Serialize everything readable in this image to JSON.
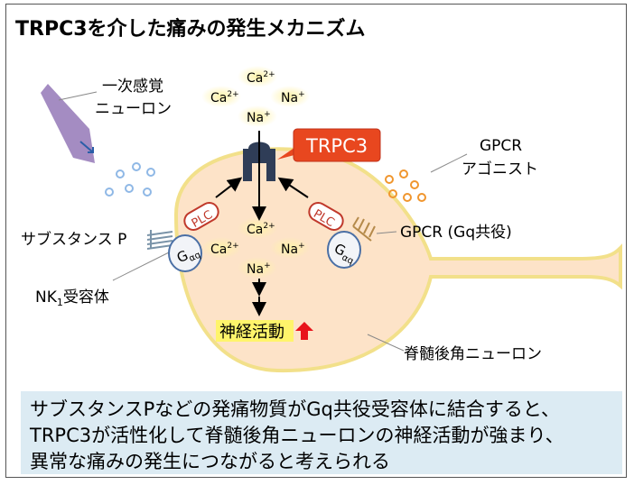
{
  "title": "TRPC3を介した痛みの発生メカニズム",
  "labels": {
    "primary_neuron": [
      "一次感覚",
      "ニューロン"
    ],
    "substance_p": "サブスタンス P",
    "nk1_receptor": {
      "main": "NK",
      "sub": "1",
      "rest": "受容体"
    },
    "gpcr_agonist": [
      "GPCR",
      "アゴニスト"
    ],
    "gpcr_gq": "GPCR (Gq共役)",
    "trpc3": "TRPC3",
    "plc": "PLC",
    "g_alpha_q": {
      "main": "G",
      "sub": "αq"
    },
    "ions_outside": {
      "ca_top": "Ca",
      "ca_left": "Ca",
      "na_right": "Na",
      "na_bottom": "Na"
    },
    "ions_inside": {
      "ca_top": "Ca",
      "ca_left": "Ca",
      "na_right": "Na",
      "na_bottom": "Na"
    },
    "ca_charge": "2+",
    "na_charge": "+",
    "neural_activity": "神経活動",
    "spinal_neuron": "脊髄後角ニューロン"
  },
  "caption": [
    "サブスタンスPなどの発痛物質がGq共役受容体に結合すると、",
    "TRPC3が活性化して脊髄後角ニューロンの神経活動が強まり、",
    "異常な痛みの発生につながると考えられる"
  ],
  "colors": {
    "neuron_fill": "#fde3c8",
    "neuron_stroke": "#f2e08a",
    "trpc3_fill": "#e8471f",
    "channel_fill": "#2f3d57",
    "plc_stroke": "#c0392b",
    "substance_p_dot": "#8fb8e6",
    "agonist_dot": "#f0962e",
    "primary_neuron": "#a48cc2",
    "caption_bg": "#dcebf3",
    "highlight": "#fff46b",
    "up_arrow": "#e8141b"
  }
}
